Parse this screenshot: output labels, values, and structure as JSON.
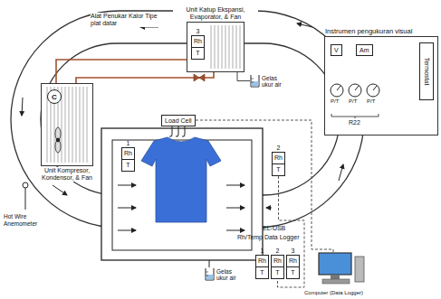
{
  "diagram": {
    "nodes": [
      {
        "text": [
          "Unit Katup Ekspansi, Evaporator, & Fan"
        ]
      },
      {
        "text": [
          "3",
          "Rh",
          "T"
        ],
        "in": 0
      },
      {
        "text": [
          "Gelas ukur air"
        ]
      },
      {
        "text": [
          "Load Cell"
        ]
      },
      {
        "text": [
          "Unit Kompresor, Kondensor, & Fan"
        ]
      },
      {
        "text": [
          "C"
        ],
        "in": 4
      },
      {
        "text": [
          "1",
          "Rh",
          "T"
        ]
      },
      {
        "text": [
          "2",
          "Rh",
          "T"
        ]
      },
      {
        "text": [
          "Gelas ukur air"
        ]
      },
      {
        "text": [
          "Instrumen pengukuran visual"
        ]
      },
      {
        "text": [
          "V"
        ],
        "in": 9
      },
      {
        "text": [
          "Am"
        ],
        "in": 9
      },
      {
        "text": [
          "Termostat"
        ],
        "in": 9
      },
      {
        "text": [
          "1",
          "Rh",
          "T"
        ]
      },
      {
        "text": [
          "2",
          "Rh",
          "T"
        ]
      },
      {
        "text": [
          "3",
          "Rh",
          "T"
        ]
      }
    ],
    "edges": [
      {
        "from": 0,
        "to": 2,
        "arrow": "none"
      },
      {
        "from": 7,
        "to": 14,
        "arrow": "none"
      }
    ],
    "labels": [
      "Alat Penukar Kalor Tipe plat datar",
      "Hot Wire Anemometer",
      "P/T",
      "P/T",
      "P/T",
      "R22",
      "EL-USB",
      "Rh/Temp Data Logger",
      "Computer (Data Logger)"
    ]
  }
}
